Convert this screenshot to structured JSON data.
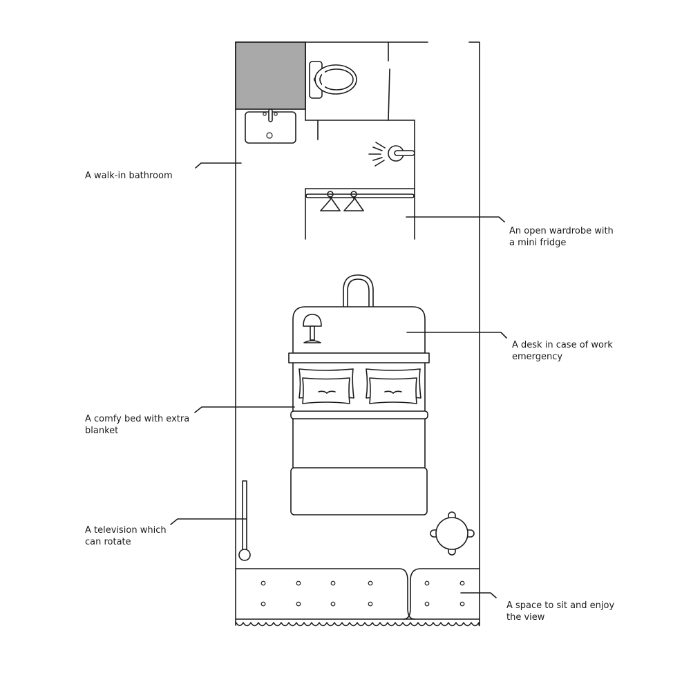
{
  "diagram": {
    "title": "Hotel room floor plan",
    "colors": {
      "line": "#1a1a1a",
      "shaded_block": "#a9a9a9",
      "background": "#ffffff"
    },
    "annotations": [
      {
        "id": "bathroom",
        "text": "A walk-in bathroom"
      },
      {
        "id": "wardrobe",
        "text": "An open wardrobe with\na mini fridge"
      },
      {
        "id": "desk",
        "text": "A desk in case of work\nemergency"
      },
      {
        "id": "bed",
        "text": "A comfy bed with extra\nblanket"
      },
      {
        "id": "television",
        "text": "A television which\ncan rotate"
      },
      {
        "id": "seating",
        "text": "A space to sit and enjoy\nthe view"
      }
    ],
    "elements": [
      "shaded-block",
      "toilet",
      "sink",
      "shower-head",
      "clothes-rail",
      "hanger",
      "hanger",
      "desk-chair",
      "desk",
      "desk-lamp",
      "bed-headboard",
      "pillow",
      "pillow",
      "bed-footrail",
      "blanket",
      "television",
      "round-table",
      "window-bench-long",
      "window-bench-short",
      "window-curtain"
    ]
  }
}
